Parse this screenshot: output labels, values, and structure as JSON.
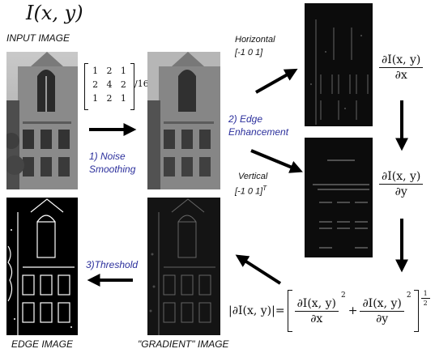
{
  "top_formula": "I(x, y)",
  "labels": {
    "input_image": "INPUT IMAGE",
    "edge_image": "EDGE IMAGE",
    "gradient_image": "\"GRADIENT\" IMAGE"
  },
  "steps": {
    "smoothing_1": "1) Noise",
    "smoothing_2": "Smoothing",
    "edge_1": "2) Edge",
    "edge_2": "Enhancement",
    "threshold": "3)Threshold"
  },
  "kernels": {
    "horizontal_name": "Horizontal",
    "horizontal_kernel": "[-1 0 1]",
    "vertical_name": "Vertical",
    "vertical_kernel": "[-1 0 1]",
    "vertical_sup": "T"
  },
  "smoothing_matrix": {
    "rows": [
      [
        "1",
        "2",
        "1"
      ],
      [
        "2",
        "4",
        "2"
      ],
      [
        "1",
        "2",
        "1"
      ]
    ],
    "divisor": "/16"
  },
  "derivatives": {
    "dx_num": "∂I(x, y)",
    "dx_den": "∂x",
    "dy_num": "∂I(x, y)",
    "dy_den": "∂y"
  },
  "magnitude": {
    "lhs": "|∂I(x, y)|=",
    "t1_num": "∂I(x, y)",
    "t1_den": "∂x",
    "t2_num": "∂I(x, y)",
    "t2_den": "∂y",
    "square": "2",
    "plus": "+",
    "half_num": "1",
    "half_den": "2"
  }
}
